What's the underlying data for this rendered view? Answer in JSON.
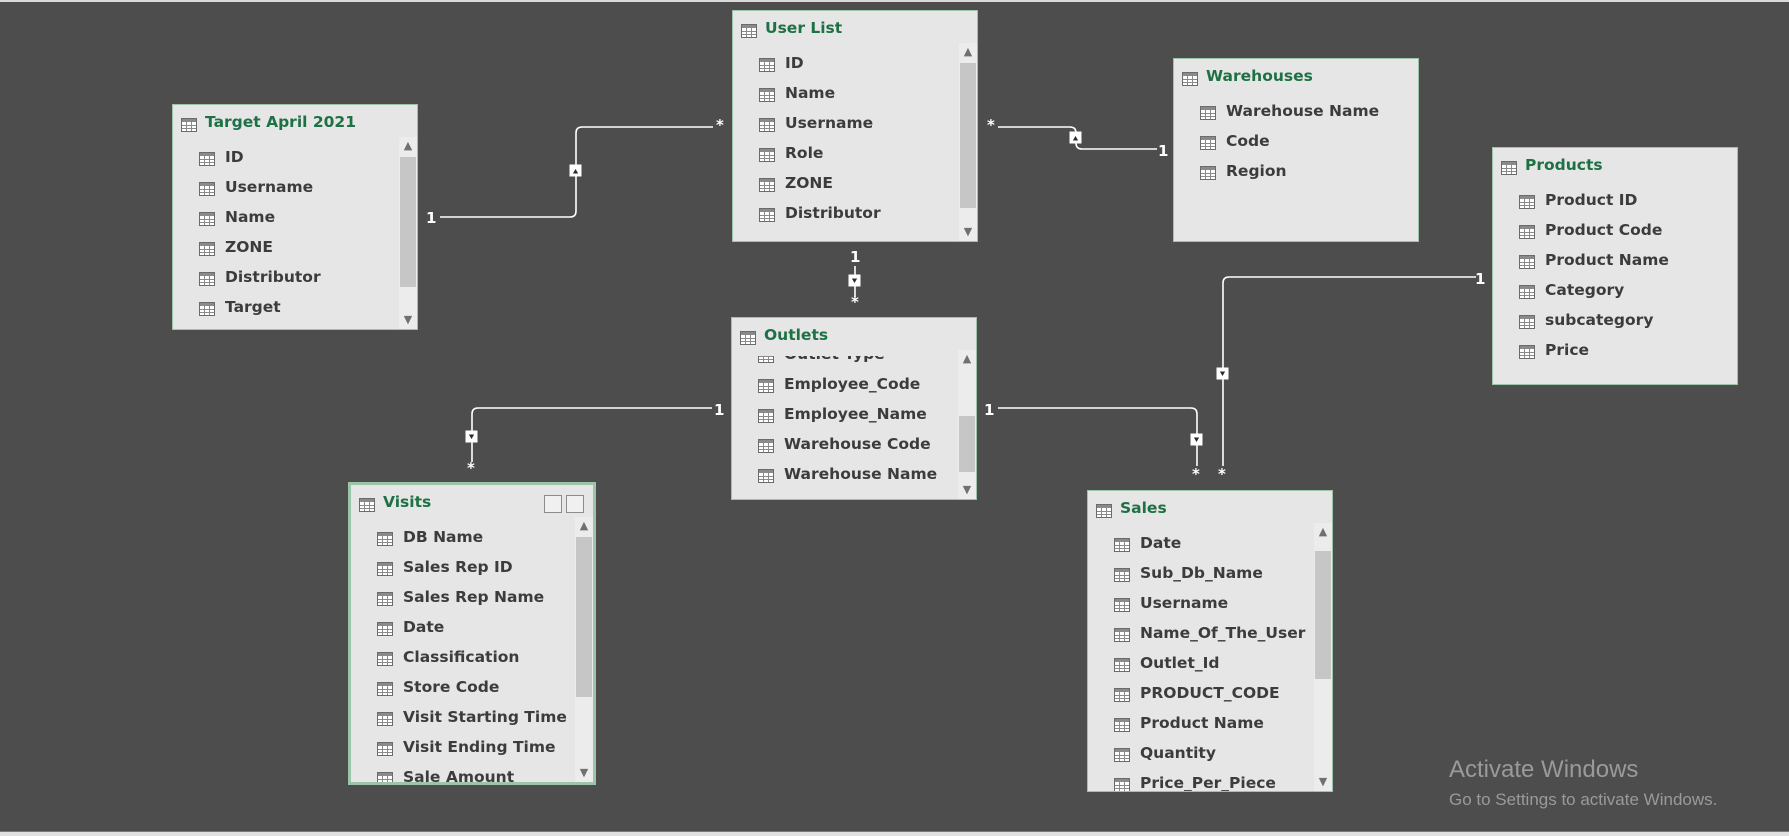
{
  "tables": [
    {
      "key": "user_list",
      "title": "User List",
      "fields": [
        "ID",
        "Name",
        "Username",
        "Role",
        "ZONE",
        "Distributor"
      ]
    },
    {
      "key": "target",
      "title": "Target April 2021",
      "fields": [
        "ID",
        "Username",
        "Name",
        "ZONE",
        "Distributor",
        "Target"
      ]
    },
    {
      "key": "warehouses",
      "title": "Warehouses",
      "fields": [
        "Warehouse Name",
        "Code",
        "Region"
      ]
    },
    {
      "key": "products",
      "title": "Products",
      "fields": [
        "Product ID",
        "Product Code",
        "Product Name",
        "Category",
        "subcategory",
        "Price"
      ]
    },
    {
      "key": "outlets",
      "title": "Outlets",
      "fields": [
        "Outlet Type",
        "Employee_Code",
        "Employee_Name",
        "Warehouse Code",
        "Warehouse Name"
      ]
    },
    {
      "key": "visits",
      "title": "Visits",
      "fields": [
        "DB Name",
        "Sales Rep ID",
        "Sales Rep Name",
        "Date",
        "Classification",
        "Store Code",
        "Visit Starting Time",
        "Visit Ending Time",
        "Sale Amount"
      ]
    },
    {
      "key": "sales",
      "title": "Sales",
      "fields": [
        "Date",
        "Sub_Db_Name",
        "Username",
        "Name_Of_The_User",
        "Outlet_Id",
        "PRODUCT_CODE",
        "Product Name",
        "Quantity",
        "Price_Per_Piece"
      ]
    }
  ],
  "cardinality": {
    "one": "1",
    "many": "*"
  },
  "watermark": {
    "line1": "Activate Windows",
    "line2": "Go to Settings to activate Windows."
  },
  "colors": {
    "background": "#4d4d4d",
    "table_fill": "#e6e6e6",
    "table_border": "#9bc5a8",
    "title": "#1e7145",
    "link": "#ffffff"
  },
  "icons": {
    "table": "table-icon",
    "field": "field-icon"
  }
}
